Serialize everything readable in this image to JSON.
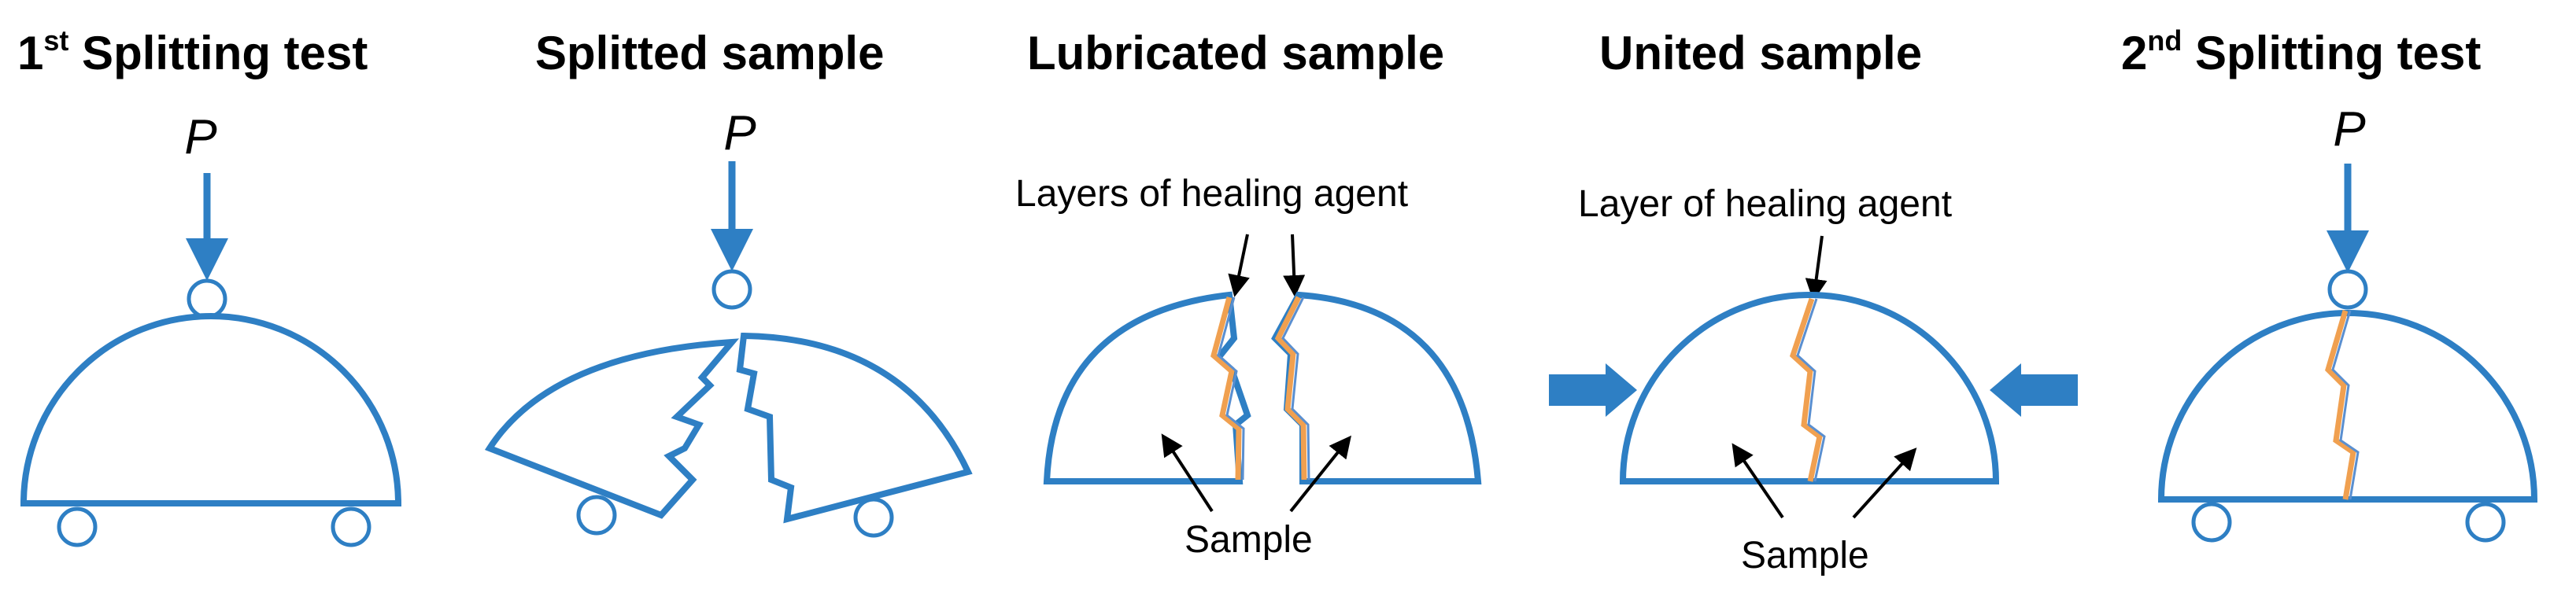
{
  "colors": {
    "sample_outline": "#2e7fc4",
    "healing_agent": "#f0a050",
    "arrow_blue": "#2e7fc4",
    "text": "#000000"
  },
  "panels": [
    {
      "title_main": "1",
      "title_sup": "st",
      "title_rest": " Splitting test",
      "load_label": "P"
    },
    {
      "title_main": "Splitted sample",
      "load_label": "P"
    },
    {
      "title_main": "Lubricated sample",
      "label_top": "Layers of healing agent",
      "label_bottom": "Sample"
    },
    {
      "title_main": "United sample",
      "label_top": "Layer of healing agent",
      "label_bottom": "Sample"
    },
    {
      "title_main": "2",
      "title_sup": "nd",
      "title_rest": " Splitting test",
      "load_label": "P"
    }
  ]
}
